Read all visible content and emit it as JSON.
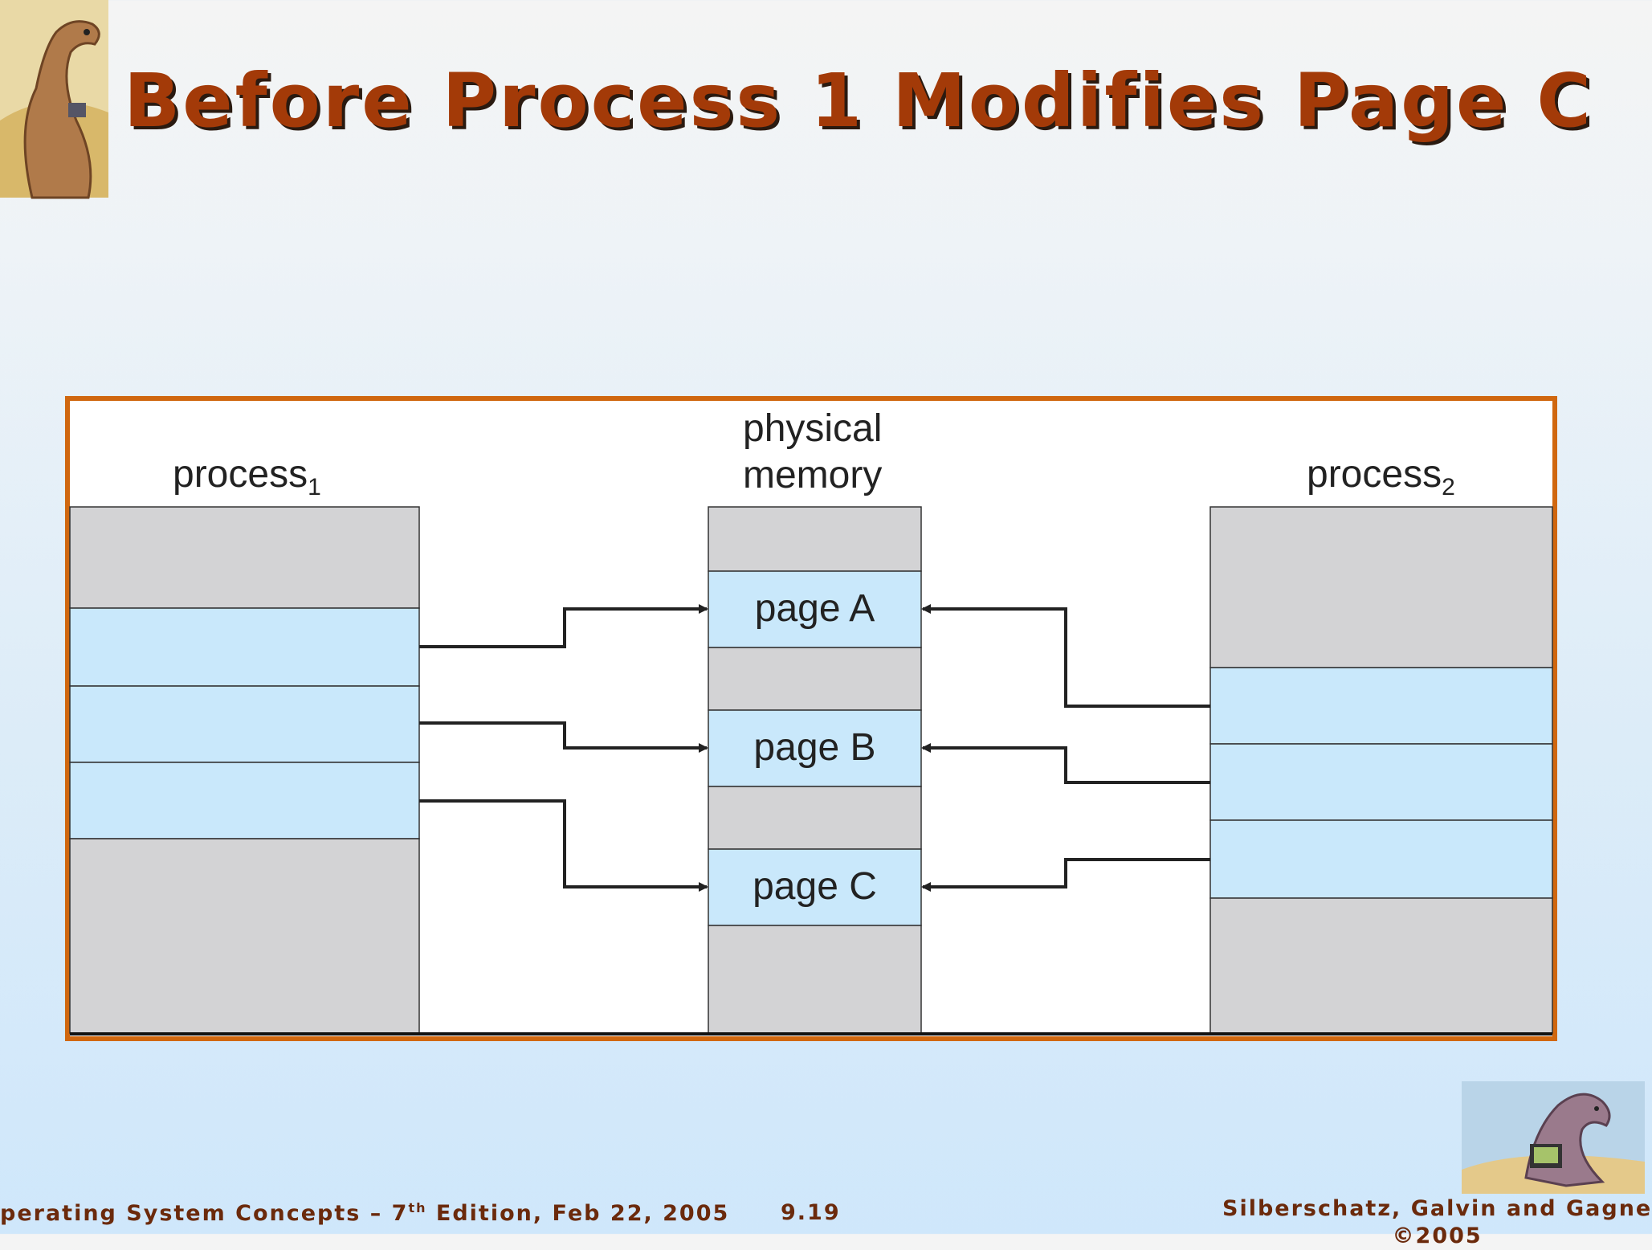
{
  "title": "Before Process 1 Modifies Page C",
  "diagram": {
    "process1_label": "process",
    "process1_sub": "1",
    "memory_label_line1": "physical",
    "memory_label_line2": "memory",
    "process2_label": "process",
    "process2_sub": "2",
    "pages": [
      "page A",
      "page B",
      "page C"
    ]
  },
  "footer": {
    "left_pre": "perating System Concepts – 7",
    "left_sup": "th",
    "left_post": " Edition, Feb 22, 2005",
    "page_number": "9.19",
    "right_line1": "Silberschatz, Galvin and Gagne",
    "right_line2": "©2005"
  },
  "colors": {
    "title": "#a33a08",
    "frame": "#d0670f",
    "shared_page": "#c9e8fb",
    "unused": "#d3d3d5"
  }
}
